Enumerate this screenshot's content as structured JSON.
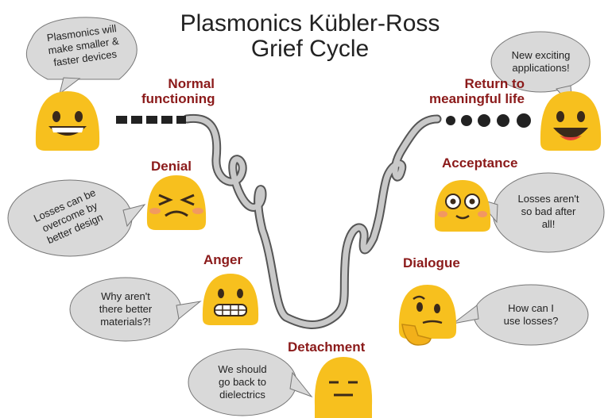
{
  "title": {
    "line1": "Plasmonics Kübler-Ross",
    "line2": "Grief Cycle"
  },
  "stages": {
    "normal_functioning": {
      "line1": "Normal",
      "line2": "functioning"
    },
    "denial": "Denial",
    "anger": "Anger",
    "detachment": "Detachment",
    "dialogue": "Dialogue",
    "acceptance": "Acceptance",
    "return_to_meaningful_life": {
      "line1": "Return to",
      "line2": "meaningful life"
    }
  },
  "bubbles": {
    "normal": [
      "Plasmonics will",
      "make smaller &",
      "faster devices"
    ],
    "denial": [
      "Losses can be",
      "overcome by",
      "better design"
    ],
    "anger": [
      "Why aren't",
      "there better",
      "materials?!"
    ],
    "detachment": [
      "We should",
      "go back to",
      "dielectrics"
    ],
    "dialogue": [
      "How can I",
      "use losses?"
    ],
    "acceptance": [
      "Losses aren't",
      "so bad after",
      "all!"
    ],
    "return": [
      "New exciting",
      "applications!"
    ]
  },
  "colors": {
    "stage_label": "#8b1a1a",
    "bubble_fill": "#d9d9d9",
    "emoji_fill": "#f7c01e",
    "ribbon": "#9a9a9a"
  },
  "emojis": {
    "normal": "grinning-face-icon",
    "denial": "tired-face-icon",
    "anger": "grimacing-face-icon",
    "detachment": "expressionless-face-icon",
    "dialogue": "thinking-face-icon",
    "acceptance": "flushed-face-icon",
    "return": "smiling-face-icon"
  }
}
